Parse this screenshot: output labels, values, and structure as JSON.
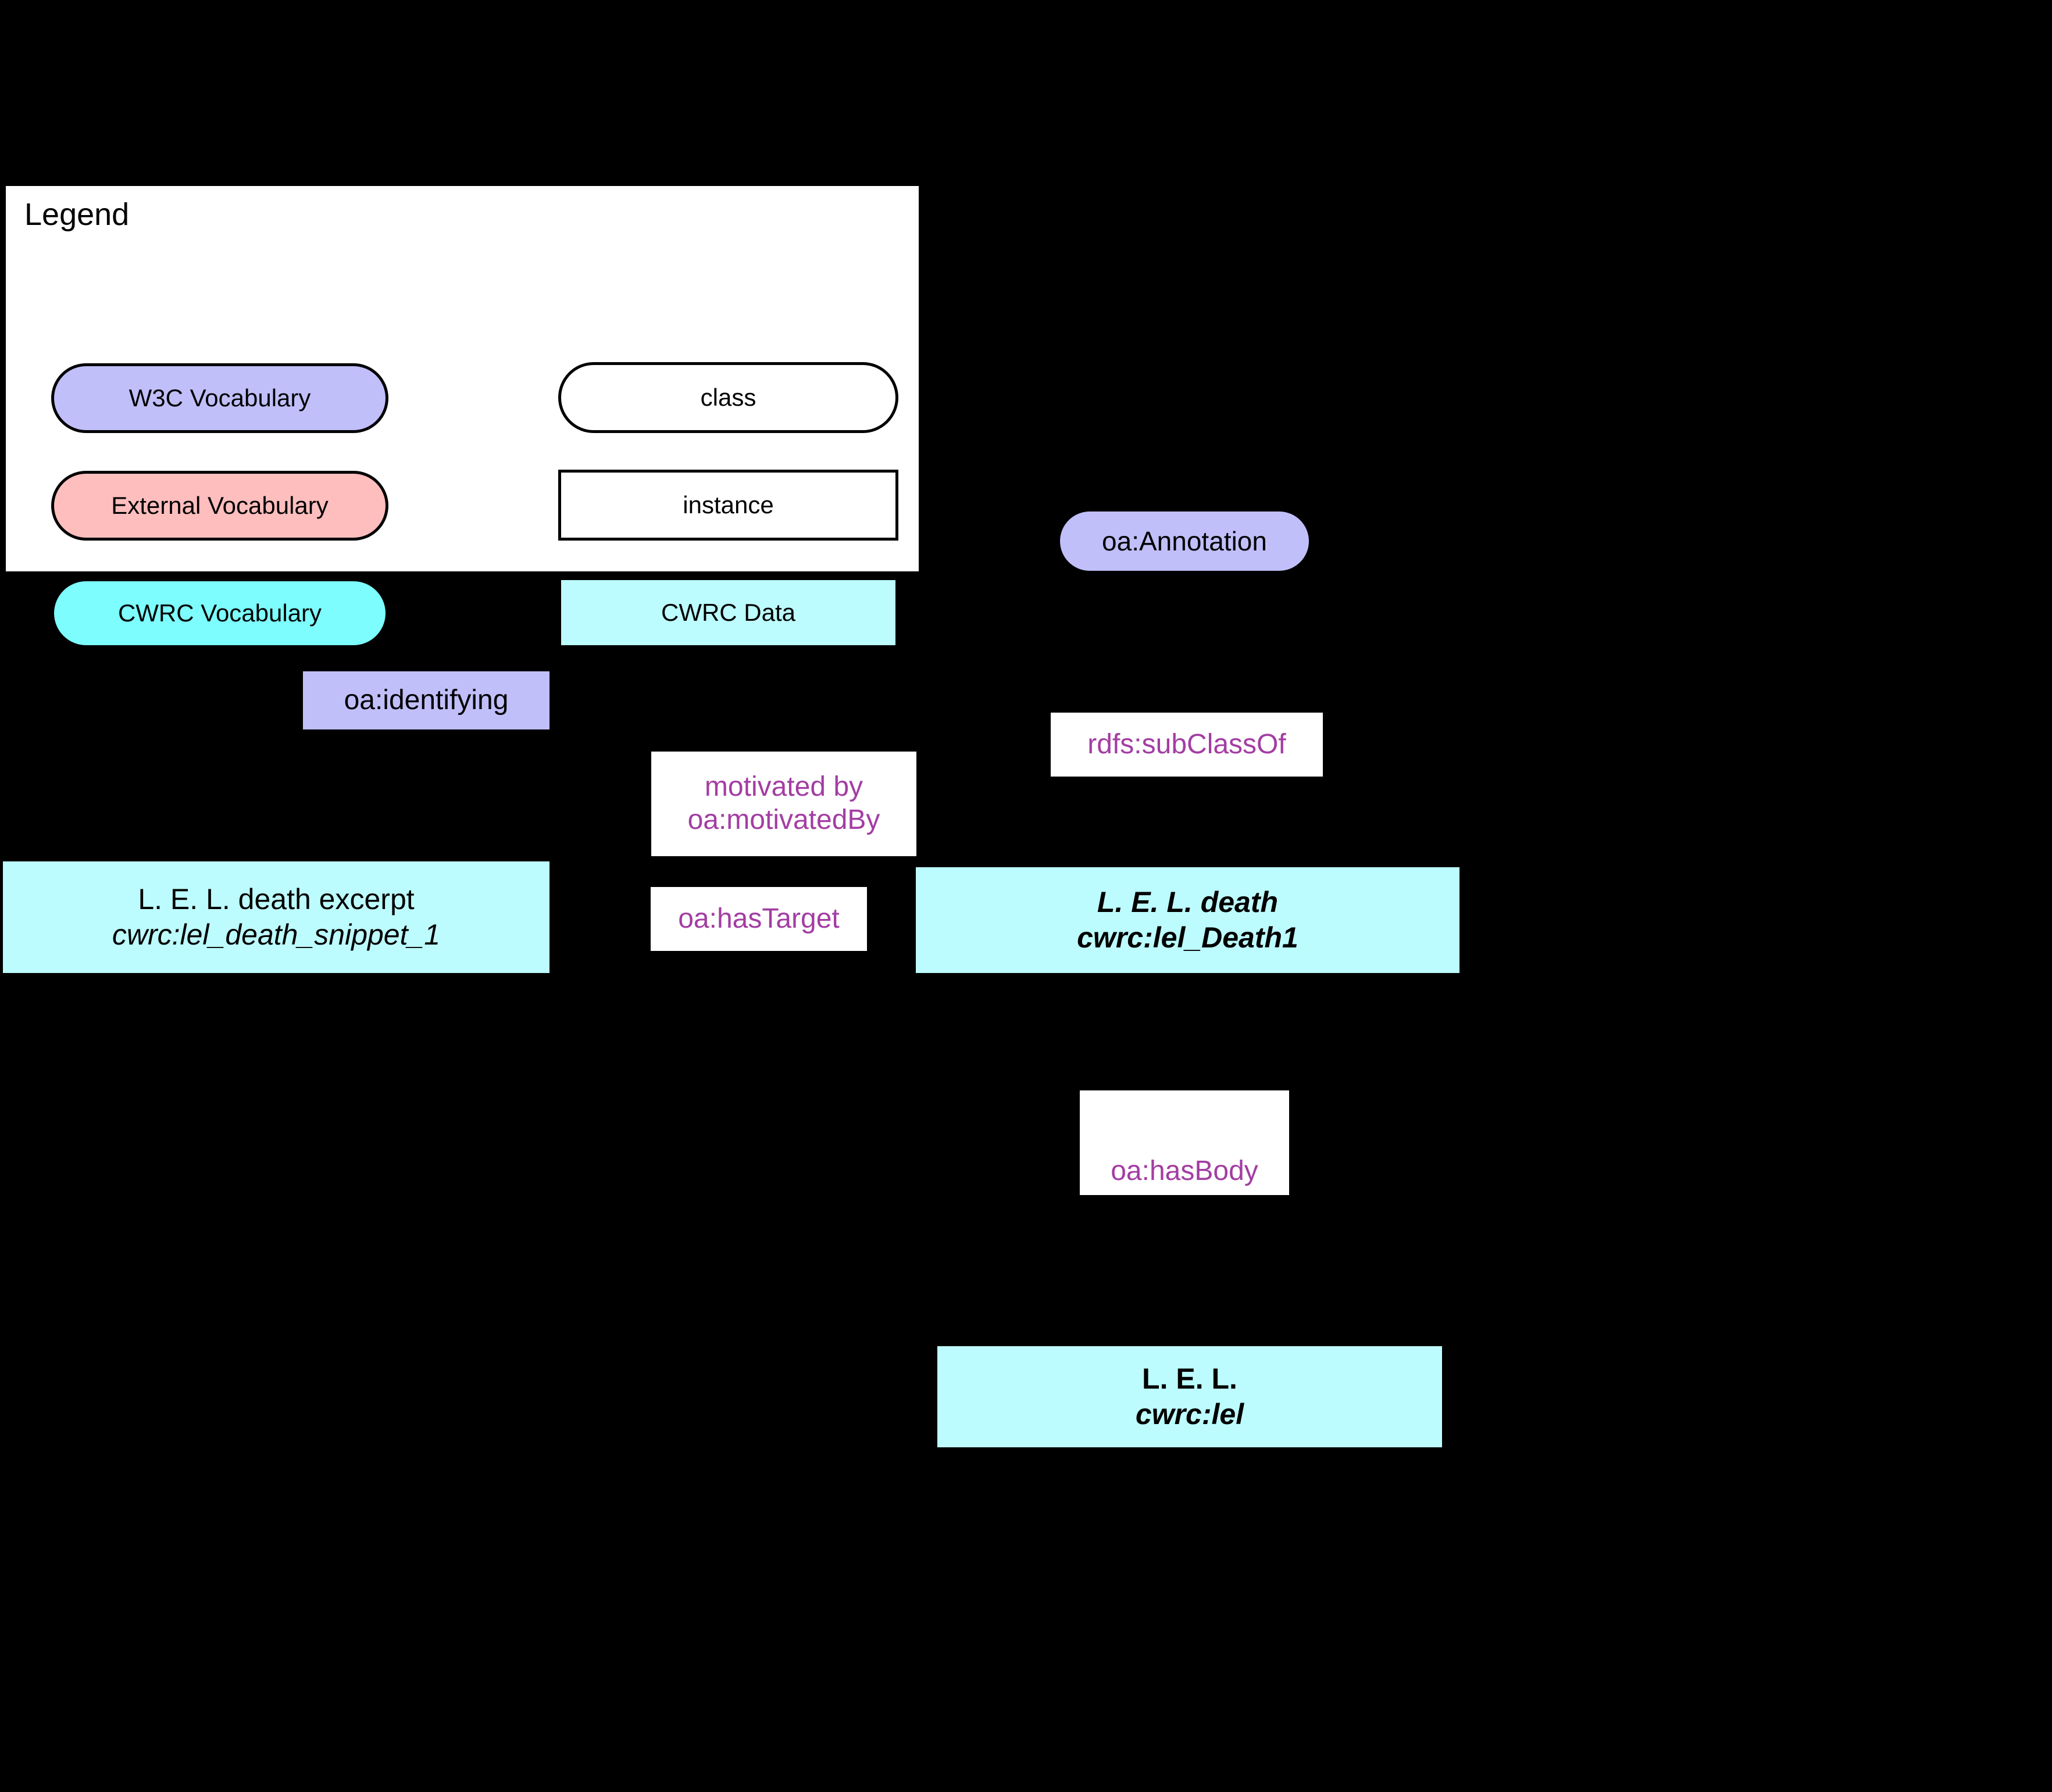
{
  "colors": {
    "background": "#000000",
    "w3c_vocabulary": "#C1BFFA",
    "external_vocabulary": "#FFBEBE",
    "cwrc_vocabulary": "#7DFDFE",
    "cwrc_data": "#BDFCFE",
    "class_fill": "#FFFFFF",
    "instance_fill": "#FFFFFF",
    "edge_label_text": "#A33DA3",
    "stroke": "#000000",
    "panel_fill": "#FFFFFF"
  },
  "legend": {
    "title": "Legend",
    "left_column": [
      {
        "label": "W3C Vocabulary",
        "shape": "pill",
        "fill": "#C1BFFA"
      },
      {
        "label": "External Vocabulary",
        "shape": "pill",
        "fill": "#FFBEBE"
      },
      {
        "label": "CWRC Vocabulary",
        "shape": "pill",
        "fill": "#7DFDFE"
      }
    ],
    "right_column": [
      {
        "label": "class",
        "shape": "pill",
        "fill": "#FFFFFF"
      },
      {
        "label": "instance",
        "shape": "rect",
        "fill": "#FFFFFF"
      },
      {
        "label": "CWRC Data",
        "shape": "rect",
        "fill": "#BDFCFE"
      }
    ]
  },
  "graph": {
    "nodes": [
      {
        "id": "oa-annotation",
        "kind": "class",
        "shape": "pill",
        "fill": "#C1BFFA",
        "lines": [
          {
            "text": "oa:Annotation",
            "style": "regular"
          }
        ]
      },
      {
        "id": "lel-death-excerpt",
        "kind": "cwrc-data",
        "shape": "rect",
        "fill": "#BDFCFE",
        "lines": [
          {
            "text": "L. E. L. death excerpt",
            "style": "regular"
          },
          {
            "text": "cwrc:lel_death_snippet_1",
            "style": "italic"
          }
        ]
      },
      {
        "id": "lel-death",
        "kind": "cwrc-data",
        "shape": "rect",
        "fill": "#BDFCFE",
        "lines": [
          {
            "text": "L. E. L. death",
            "style": "bolditalic"
          },
          {
            "text": "cwrc:lel_Death1",
            "style": "bolditalic"
          }
        ]
      },
      {
        "id": "lel",
        "kind": "cwrc-data",
        "shape": "rect",
        "fill": "#BDFCFE",
        "lines": [
          {
            "text": "L. E. L.",
            "style": "bold"
          },
          {
            "text": "cwrc:lel",
            "style": "bolditalic"
          }
        ]
      }
    ],
    "edge_labels": [
      {
        "id": "oa-identifying",
        "lines": [
          "oa:identifying"
        ],
        "fill": "#C1BFFA",
        "text_color": "#000000"
      },
      {
        "id": "motivated-by",
        "lines": [
          "motivated by",
          "oa:motivatedBy"
        ],
        "fill": "#FFFFFF",
        "text_color": "#A33DA3"
      },
      {
        "id": "rdfs-subclassof",
        "lines": [
          "rdfs:subClassOf"
        ],
        "fill": "#FFFFFF",
        "text_color": "#A33DA3"
      },
      {
        "id": "oa-hastarget",
        "lines": [
          "oa:hasTarget"
        ],
        "fill": "#FFFFFF",
        "text_color": "#A33DA3"
      },
      {
        "id": "oa-hasbody",
        "lines": [
          "oa:hasBody"
        ],
        "fill": "#FFFFFF",
        "text_color": "#A33DA3"
      }
    ]
  }
}
